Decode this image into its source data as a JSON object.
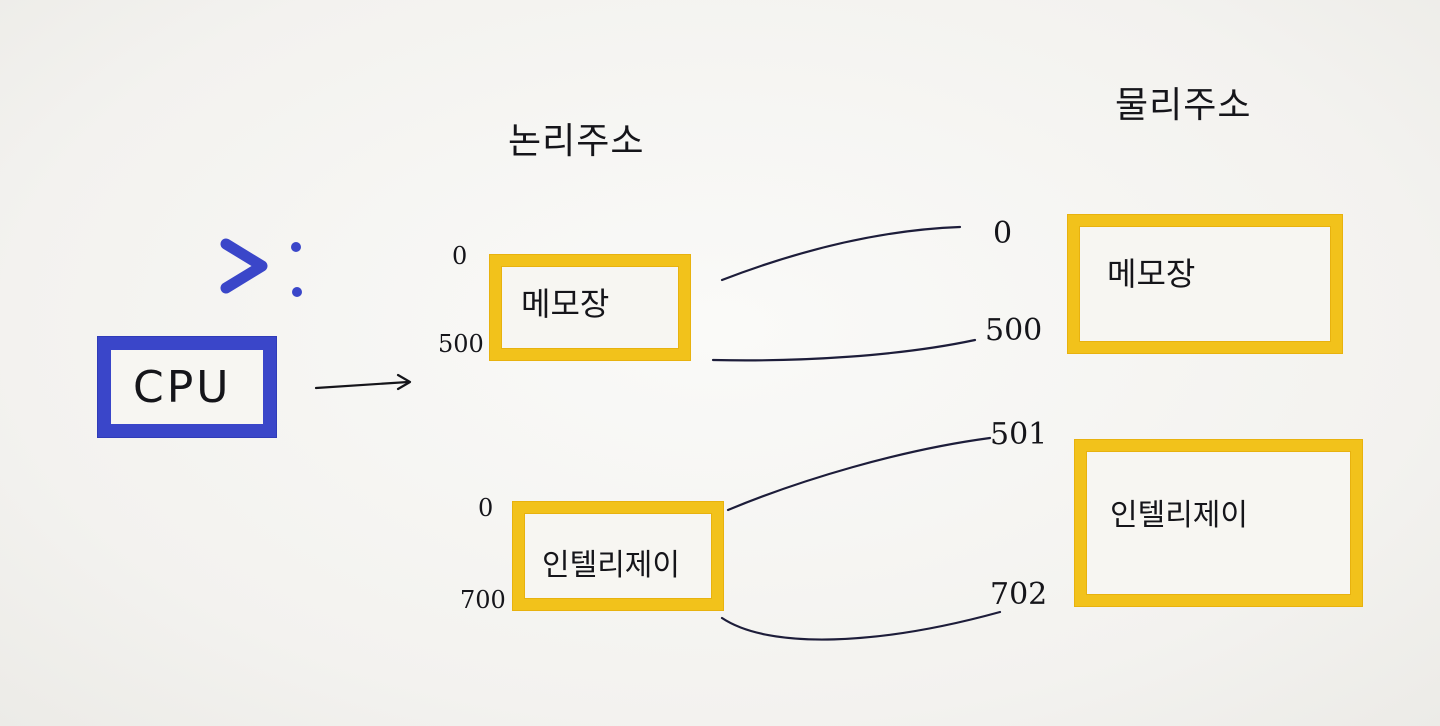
{
  "logical_heading": "논리주소",
  "physical_heading": "물리주소",
  "symbol": "> :",
  "cpu": {
    "label": "CPU"
  },
  "logical_blocks": [
    {
      "label": "메모장",
      "start": "0",
      "end": "500"
    },
    {
      "label": "인텔리제이",
      "start": "0",
      "end": "700"
    }
  ],
  "physical_blocks": [
    {
      "label": "메모장",
      "start": "0",
      "end": "500"
    },
    {
      "label": "인텔리제이",
      "start": "501",
      "end": "702"
    }
  ],
  "colors": {
    "cpu_border": "#3a46c9",
    "block_border": "#f2c21b",
    "ink": "#15151a",
    "mapping_line": "#1d1d3a"
  }
}
